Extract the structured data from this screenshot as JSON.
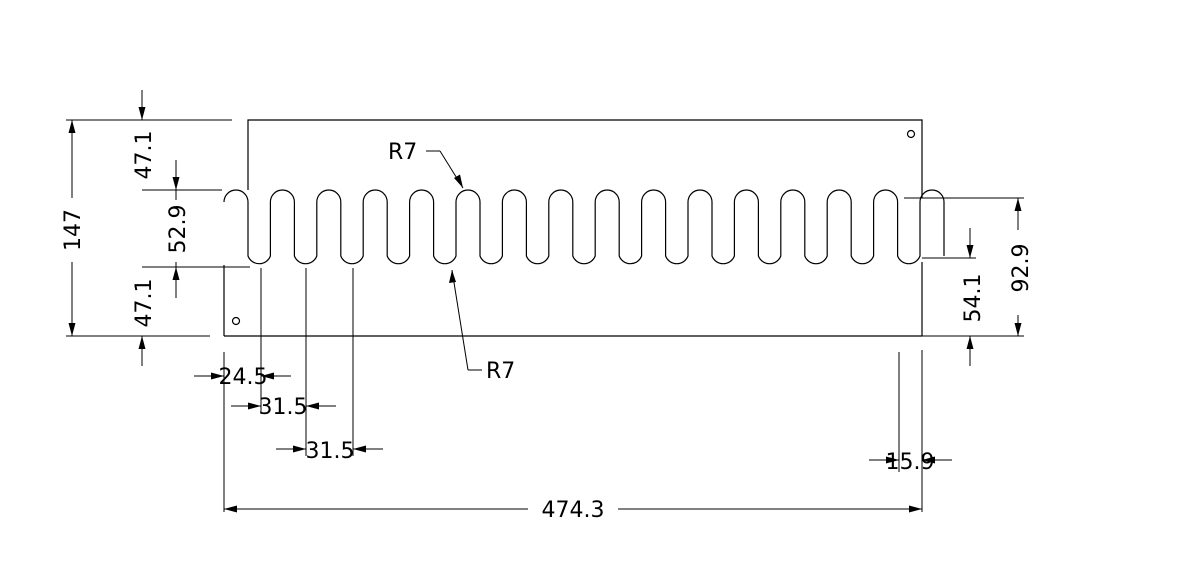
{
  "drawing": {
    "dims": {
      "overall_height": "147",
      "top_offset": "47.1",
      "slot_span": "52.9",
      "bottom_offset": "47.1",
      "right_total": "92.9",
      "right_lower": "54.1",
      "first_pitch": "24.5",
      "pitch_a": "31.5",
      "pitch_b": "31.5",
      "right_gap": "15.9",
      "overall_width": "474.3",
      "radius_top": "R7",
      "radius_bottom": "R7"
    }
  }
}
